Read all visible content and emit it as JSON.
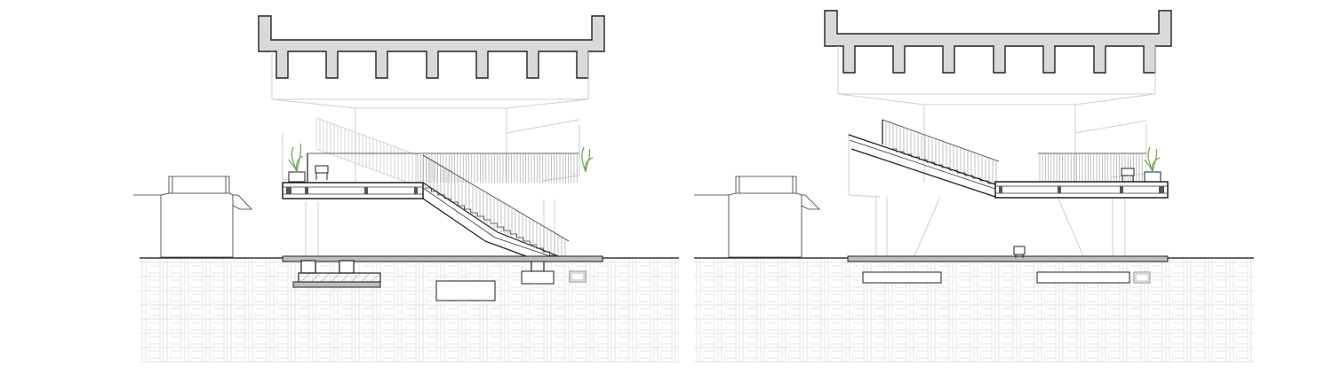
{
  "drawing": {
    "sheet": "sections",
    "panels": [
      {
        "id": "section-left",
        "structure": "viaduct-deck",
        "walkway": "raised-platform",
        "stair": "straight-flight-descending-right"
      },
      {
        "id": "section-right",
        "structure": "viaduct-deck",
        "walkway": "raised-platform",
        "stair": "straight-flight-ascending-left"
      }
    ],
    "colors": {
      "cut_fill": "#d9d9d9",
      "line": "#1a1a1a",
      "ghost_line": "#cfcfcf",
      "soil_pattern": "#d6d6d6",
      "planting": "#6aa84f"
    }
  }
}
